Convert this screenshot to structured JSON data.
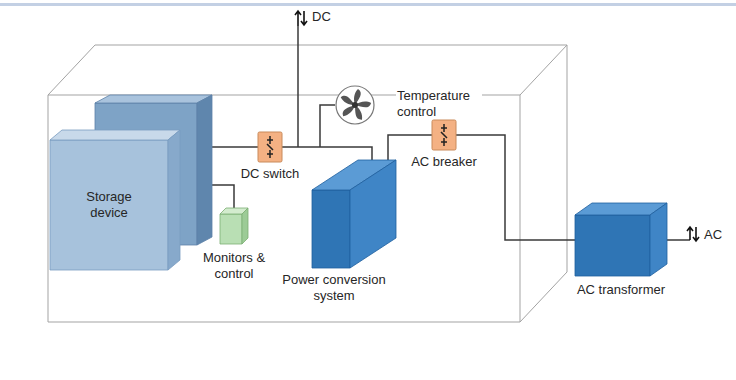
{
  "diagram": {
    "nodes": [
      {
        "text": [
          "Storage device"
        ]
      },
      {
        "text": [
          "Monitors & control"
        ]
      },
      {
        "text": [
          "DC switch"
        ]
      },
      {
        "text": [
          "Temperature control"
        ]
      },
      {
        "text": [
          "Power conversion system"
        ]
      },
      {
        "text": [
          "AC breaker"
        ]
      },
      {
        "text": [
          "AC transformer"
        ]
      }
    ],
    "edges": [
      {
        "from": 0,
        "to": 2,
        "arrow": "none"
      },
      {
        "from": 0,
        "to": 1,
        "arrow": "none"
      },
      {
        "from": 2,
        "to": 4,
        "arrow": "none"
      },
      {
        "from": 4,
        "to": 5,
        "arrow": "none"
      },
      {
        "from": 5,
        "to": 6,
        "arrow": "none"
      }
    ],
    "labels": [
      "DC",
      "AC"
    ]
  }
}
